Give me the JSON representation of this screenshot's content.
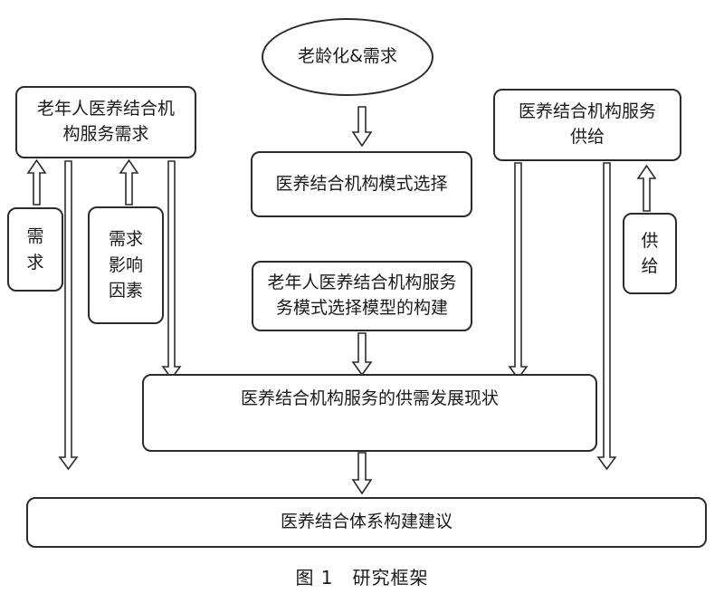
{
  "nodes": {
    "aging_demand": "老龄化&需求",
    "elderly_demand": "老年人医养结合机\n构服务需求",
    "institution_supply": "医养结合机构服务\n供给",
    "mode_selection": "医养结合机构模式选择",
    "demand": "需\n求",
    "demand_factors": "需求\n影响\n因素",
    "supply": "供\n给",
    "model_construction": "老年人医养结合机构服务\n务模式选择模型的构建",
    "supply_demand_status": "医养结合机构服务的供需发展现状",
    "system_suggestion": "医养结合体系构建建议"
  },
  "caption": "图 1　研究框架"
}
